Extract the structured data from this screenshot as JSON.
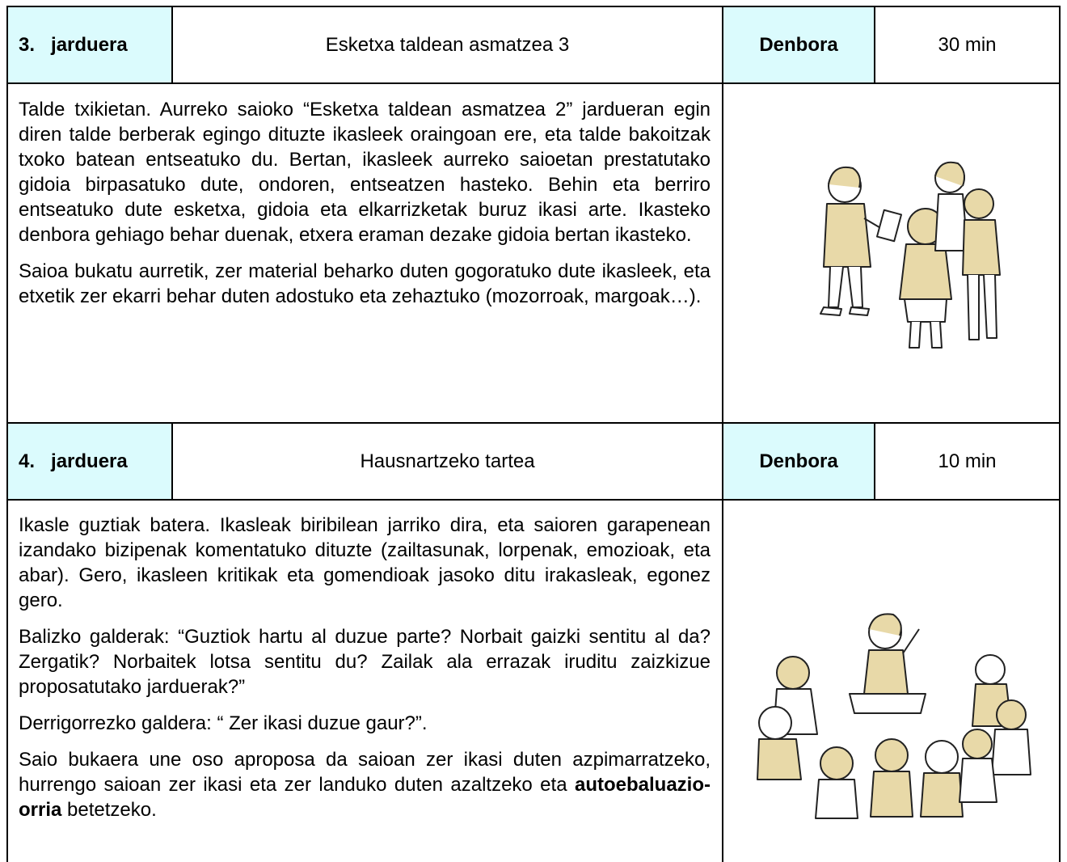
{
  "activity3": {
    "label": "3.   jarduera",
    "title": "Esketxa taldean asmatzea 3",
    "time_label": "Denbora",
    "time_value": "30 min",
    "paragraphs": [
      "Talde txikietan. Aurreko saioko “Esketxa taldean asmatzea 2” jardueran egin diren talde berberak egingo dituzte ikasleek oraingoan ere, eta talde bakoitzak txoko batean entseatuko du. Bertan, ikasleek aurreko saioetan prestatutako gidoia birpasatuko dute, ondoren, entseatzen hasteko. Behin eta berriro entseatuko dute esketxa, gidoia eta elkarrizketak buruz ikasi arte. Ikasteko denbora gehiago behar duenak, etxera eraman dezake gidoia bertan ikasteko.",
      "Saioa bukatu aurretik, zer material beharko duten gogoratuko dute ikasleek, eta etxetik zer ekarri behar duten adostuko eta zehaztuko (mozorroak, margoak…)."
    ]
  },
  "activity4": {
    "label": "4.   jarduera",
    "title": "Hausnartzeko tartea",
    "time_label": "Denbora",
    "time_value": "10 min",
    "paragraphs": [
      "Ikasle guztiak batera. Ikasleak biribilean jarriko dira, eta saioren garapenean izandako bizipenak komentatuko dituzte (zailtasunak, lorpenak, emozioak, eta abar). Gero, ikasleen kritikak eta gomendioak jasoko ditu irakasleak, egonez gero.",
      "Balizko galderak: “Guztiok hartu al duzue parte? Norbait gaizki sentitu al da? Zergatik? Norbaitek lotsa sentitu du? Zailak ala errazak iruditu zaizkizue proposatutako jarduerak?”",
      "Derrigorrezko galdera: “ Zer ikasi duzue gaur?”."
    ],
    "last_paragraph": {
      "before": "Saio bukaera une oso aproposa da saioan zer ikasi duten azpimarratzeko, hurrengo saioan zer ikasi eta zer landuko duten azaltzeko eta ",
      "bold": "autoebaluazio-orria",
      "after": " betetzeko."
    }
  },
  "colors": {
    "header_bg": "#dbfbfd",
    "illustration_fill": "#e8d9a8",
    "line": "#000000"
  },
  "icons": [
    "children-rehearsing-illustration",
    "children-circle-illustration"
  ]
}
